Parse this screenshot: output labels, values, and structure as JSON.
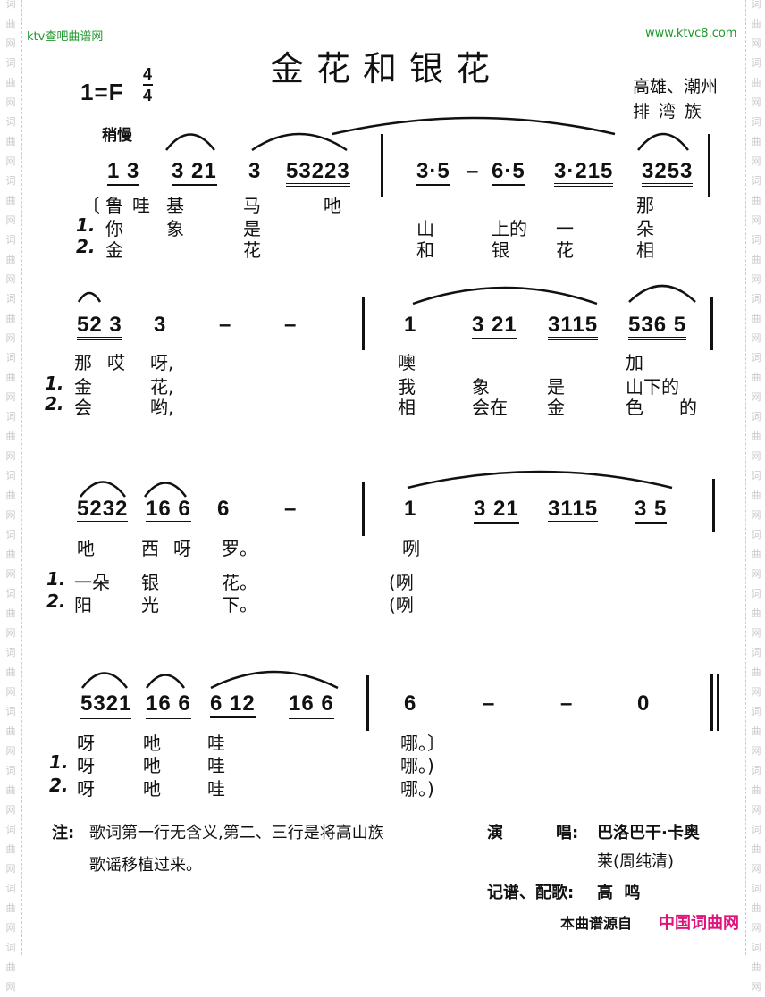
{
  "watermark": {
    "left_site": "ktv查吧曲谱网",
    "right_site": "www.ktvc8.com",
    "side_chars": [
      "词",
      "曲",
      "网"
    ]
  },
  "header": {
    "title": "金花和银花",
    "key": "1=F",
    "time_top": "4",
    "time_bottom": "4",
    "tempo": "稍慢",
    "origin_line1": "高雄、潮州",
    "origin_line2": "排湾族"
  },
  "systems": [
    {
      "notes": [
        "1 3",
        "3 21",
        "3",
        "53223",
        "3·5",
        "–",
        "6·5",
        "3·215",
        "3253"
      ],
      "lyrics": [
        [
          "〔",
          "鲁",
          "哇",
          "基",
          "马",
          "吔",
          "那"
        ],
        [
          "1.",
          "你",
          "象",
          "是",
          "山",
          "上的",
          "一",
          "朵"
        ],
        [
          "2.",
          "金",
          "花",
          "和",
          "银",
          "花",
          "相"
        ]
      ]
    },
    {
      "notes": [
        "52 3",
        "3",
        "–",
        "–",
        "1",
        "3 21",
        "3115",
        "536 5"
      ],
      "lyrics": [
        [
          "那",
          "哎",
          "呀,",
          "噢",
          "加"
        ],
        [
          "1.",
          "金",
          "花,",
          "我",
          "象",
          "是",
          "山下的"
        ],
        [
          "2.",
          "会",
          "哟,",
          "相",
          "会在",
          "金",
          "色",
          "的"
        ]
      ]
    },
    {
      "notes": [
        "5232",
        "16 6",
        "6",
        "–",
        "1",
        "3 21",
        "3115",
        "3 5"
      ],
      "lyrics": [
        [
          "吔",
          "西",
          "呀",
          "罗。",
          "咧"
        ],
        [
          "1.",
          "一朵",
          "银",
          "花。",
          "(咧"
        ],
        [
          "2.",
          "阳",
          "光",
          "下。",
          "(咧"
        ]
      ]
    },
    {
      "notes": [
        "5321",
        "16 6",
        "6 12",
        "16 6",
        "6",
        "–",
        "–",
        "0"
      ],
      "lyrics": [
        [
          "呀",
          "吔",
          "哇",
          "哪。〕"
        ],
        [
          "1.",
          "呀",
          "吔",
          "哇",
          "哪。)"
        ],
        [
          "2.",
          "呀",
          "吔",
          "哇",
          "哪。)"
        ]
      ]
    }
  ],
  "footer": {
    "note_label": "注:",
    "note_line1": "歌词第一行无含义,第二、三行是将高山族",
    "note_line2": "歌谣移植过来。",
    "singer_label_a": "演",
    "singer_label_b": "唱:",
    "singer_line1": "巴洛巴干·卡奥",
    "singer_line2": "莱(周纯清)",
    "arranger_label": "记谱、配歌:",
    "arranger": "高  鸣",
    "source_label": "本曲谱源自",
    "source_site": "中国词曲网"
  }
}
